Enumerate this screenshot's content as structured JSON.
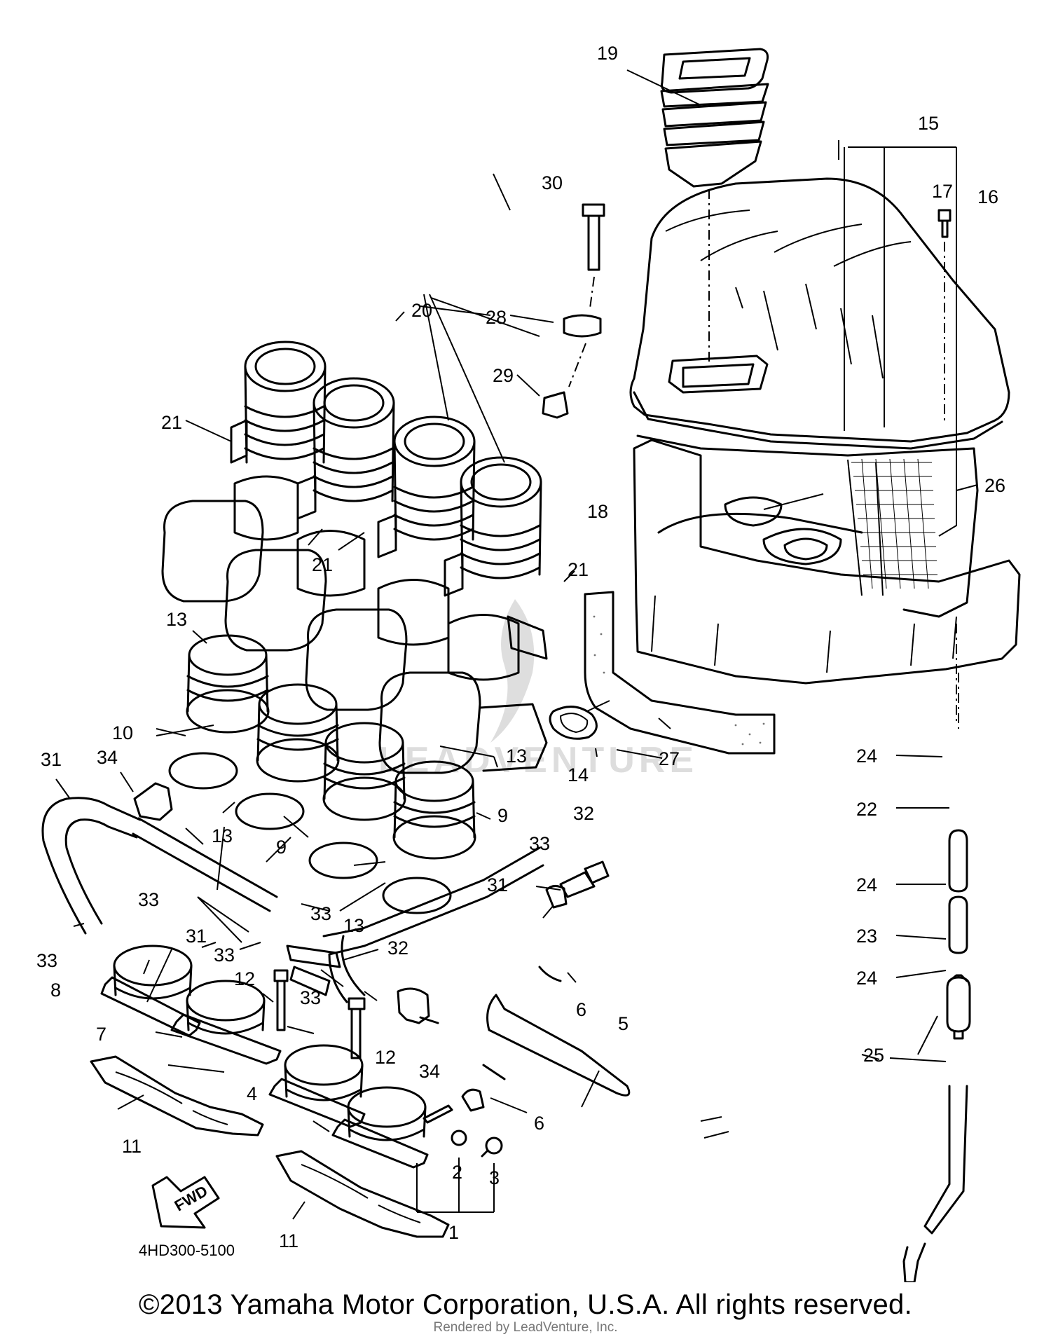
{
  "diagram": {
    "code": "4HD300-5100",
    "fwd_label": "FWD",
    "watermark": "LEADVENTURE",
    "copyright": "©2013 Yamaha Motor Corporation, U.S.A. All rights reserved.",
    "rendered_by": "Rendered by LeadVenture, Inc."
  },
  "callouts": {
    "c1": "1",
    "c2": "2",
    "c3": "3",
    "c4": "4",
    "c5": "5",
    "c6a": "6",
    "c6b": "6",
    "c7": "7",
    "c8": "8",
    "c9a": "9",
    "c9b": "9",
    "c10": "10",
    "c11a": "11",
    "c11b": "11",
    "c12a": "12",
    "c12b": "12",
    "c13a": "13",
    "c13b": "13",
    "c13c": "13",
    "c13d": "13",
    "c14": "14",
    "c15": "15",
    "c16": "16",
    "c17": "17",
    "c18": "18",
    "c19": "19",
    "c20": "20",
    "c21a": "21",
    "c21b": "21",
    "c21c": "21",
    "c22": "22",
    "c23": "23",
    "c24a": "24",
    "c24b": "24",
    "c24c": "24",
    "c25": "25",
    "c26": "26",
    "c27": "27",
    "c28": "28",
    "c29": "29",
    "c30": "30",
    "c31a": "31",
    "c31b": "31",
    "c31c": "31",
    "c32a": "32",
    "c32b": "32",
    "c33a": "33",
    "c33b": "33",
    "c33c": "33",
    "c33d": "33",
    "c33e": "33",
    "c33f": "33",
    "c34a": "34",
    "c34b": "34"
  }
}
